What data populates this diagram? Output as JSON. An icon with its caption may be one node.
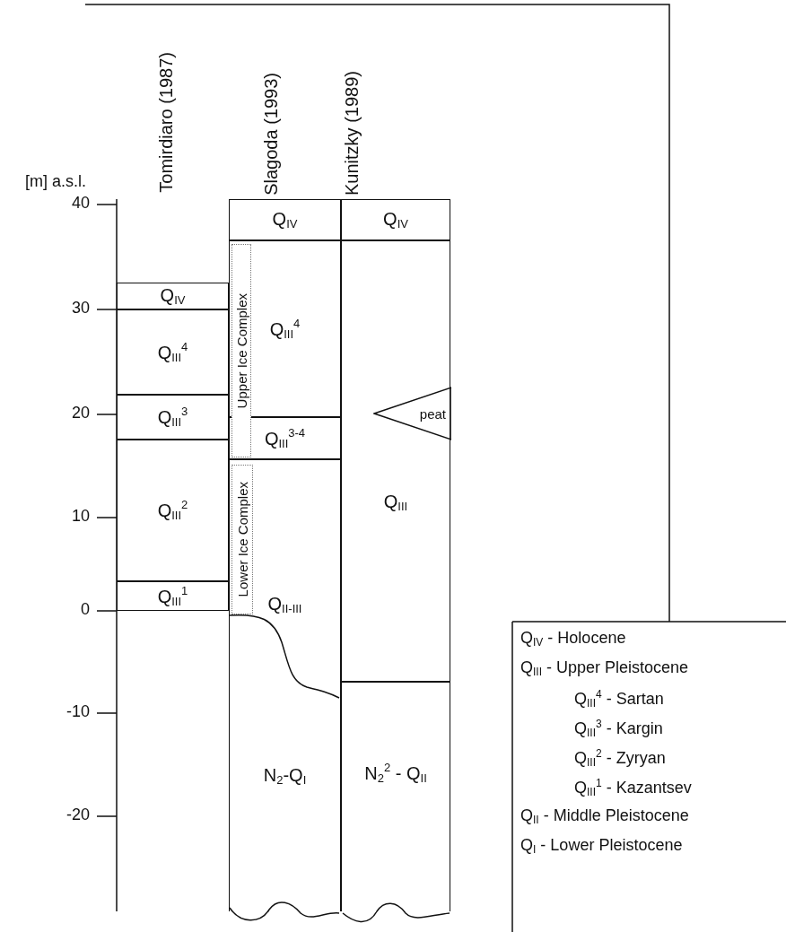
{
  "diagram": {
    "nodes": [
      {
        "text": [
          "Q$_{IV}$"
        ]
      },
      {
        "text": [
          "Q$_{III}$$^{4}$"
        ]
      },
      {
        "text": [
          "Q$_{III}$$^{3}$"
        ]
      },
      {
        "text": [
          "Q$_{III}$$^{2}$"
        ]
      },
      {
        "text": [
          "Q$_{III}$$^{1}$"
        ]
      },
      {
        "text": [
          "Q$_{IV}$"
        ]
      },
      {
        "text": [
          "Q$_{III}$$^{4}$"
        ]
      },
      {
        "text": [
          "Q$_{III}$$^{3-4}$"
        ]
      },
      {
        "text": [
          "Q$_{II-III}$"
        ]
      },
      {
        "text": [
          "N$_{2}$-Q$_{I}$"
        ]
      },
      {
        "text": [
          "Upper Ice Complex"
        ]
      },
      {
        "text": [
          "Lower Ice Complex"
        ],
        "in": 8
      },
      {
        "text": [
          "Q$_{IV}$"
        ]
      },
      {
        "text": [
          "Q$_{III}$"
        ]
      },
      {
        "text": [
          "peat"
        ],
        "in": 13
      },
      {
        "text": [
          "N$_{2}$$^{2}$ - Q$_{II}$"
        ]
      }
    ],
    "labels": [
      "[m] a.s.l.",
      "Tomirdiaro (1987)",
      "Slagoda (1993)",
      "Kunitzky (1989)",
      "40",
      "30",
      "20",
      "10",
      "0",
      "-10",
      "-20",
      "Q$_{IV}$ - Holocene",
      "Q$_{III}$ - Upper Pleistocene",
      "Q$_{III}$$^{4}$ - Sartan",
      "Q$_{III}$$^{3}$ - Kargin",
      "Q$_{III}$$^{2}$ - Zyryan",
      "Q$_{III}$$^{1}$ - Kazantsev",
      "Q$_{II}$ - Middle Pleistocene",
      "Q$_{I}$ - Lower Pleistocene"
    ]
  }
}
